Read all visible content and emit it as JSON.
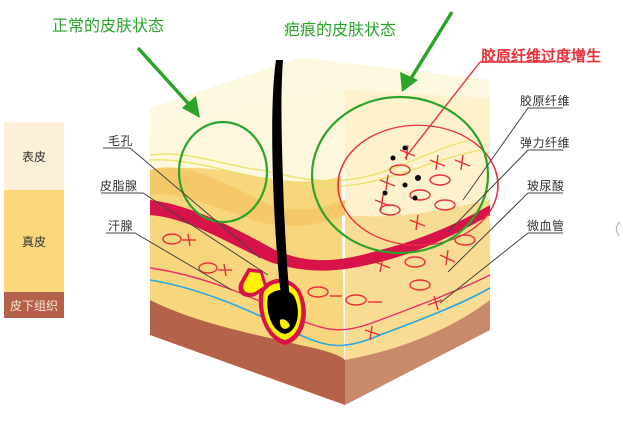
{
  "titles": {
    "normal_skin": "正常的皮肤状态",
    "scar_skin": "疤痕的皮肤状态",
    "collagen_overgrowth": "胶原纤维过度增生"
  },
  "legend": {
    "epidermis": "表皮",
    "dermis": "真皮",
    "subcutaneous": "皮下组织"
  },
  "left_labels": {
    "pore": "毛孔",
    "sebaceous_gland": "皮脂腺",
    "sweat_gland": "汗腺"
  },
  "right_labels": {
    "collagen_fiber": "胶原纤维",
    "elastic_fiber": "弹力纤维",
    "hyaluronic_acid": "玻尿酸",
    "capillary": "微血管"
  },
  "colors": {
    "green": "#2aa52a",
    "red": "#e8303a",
    "epidermis": "#fdf3d8",
    "dermis": "#f8d67e",
    "subcutaneous": "#b5624a",
    "blood_band": "#d8134a",
    "hair": "#000000",
    "gland_yellow": "#fff200",
    "vessel_blue": "#29a8e0"
  }
}
